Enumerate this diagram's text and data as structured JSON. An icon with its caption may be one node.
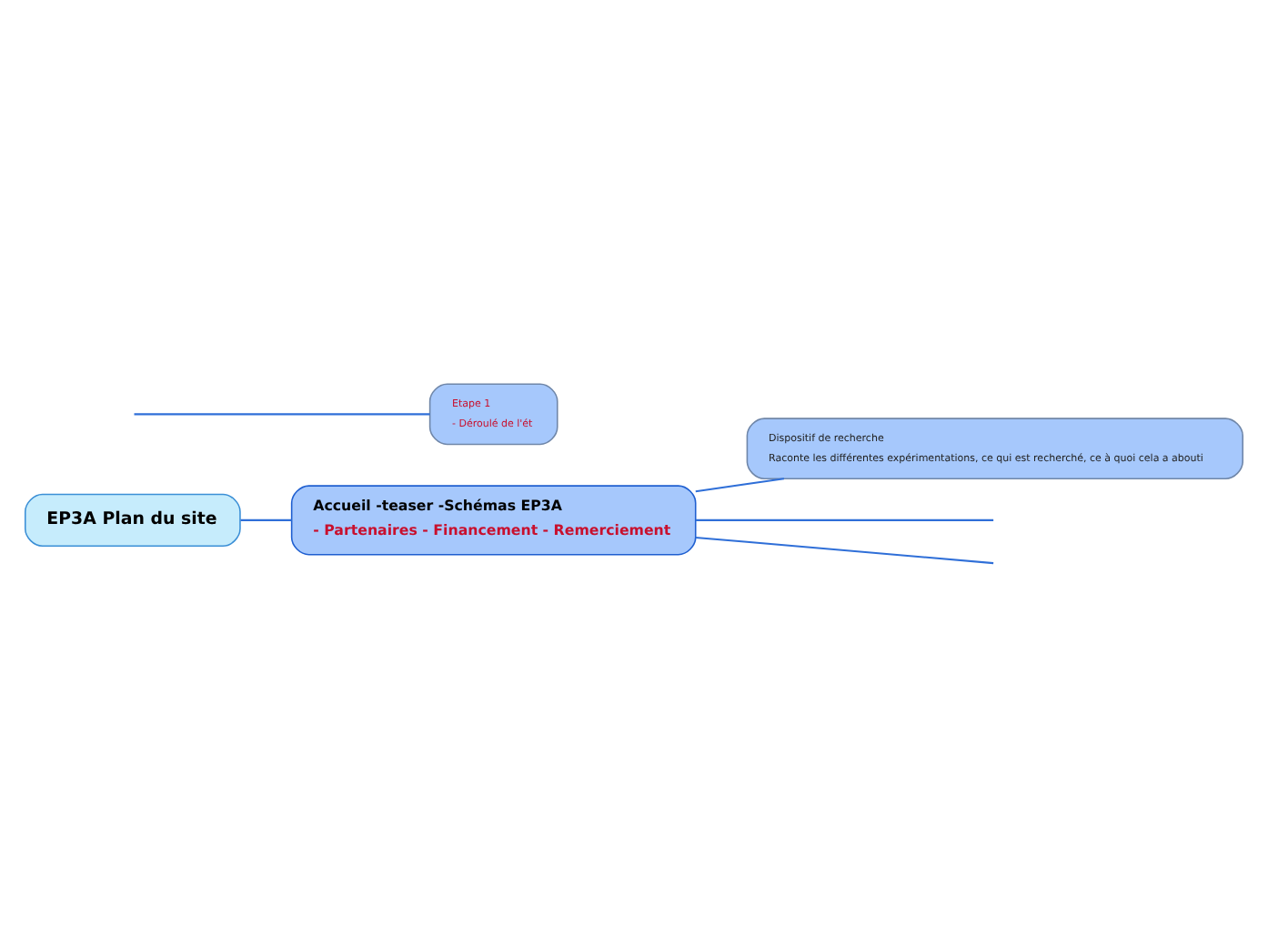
{
  "diagram": {
    "nodes": [
      {
        "text": [
          "EP3A Plan du site"
        ]
      },
      {
        "text": [
          "Accueil -teaser -Schémas EP3A",
          "- Partenaires - Financement - Remerciement"
        ]
      },
      {
        "text": [
          "Dispositif de recherche",
          "Raconte les différentes expérimentations, ce qui est recherché, ce à quoi cela a abouti"
        ]
      },
      {
        "text": [
          "Etape 1",
          "- Déroulé de l'ét"
        ]
      }
    ],
    "edges": [
      {
        "from": 0,
        "to": 1,
        "arrow": "none"
      },
      {
        "from": 1,
        "to": null,
        "arrow": "none"
      },
      {
        "from": 1,
        "to": 2,
        "arrow": "none"
      },
      {
        "from": 1,
        "to": null,
        "arrow": "none"
      },
      {
        "from": null,
        "to": 3,
        "arrow": "none"
      }
    ]
  }
}
